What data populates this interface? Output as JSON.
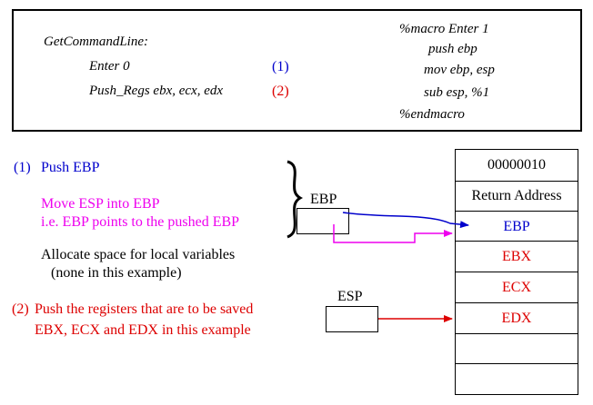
{
  "code": {
    "left_lines": [
      "GetCommandLine:",
      "Enter 0",
      "Push_Regs ebx, ecx, edx"
    ],
    "markers": [
      "(1)",
      "(2)"
    ],
    "macro_lines": [
      "%macro  Enter 1",
      "push ebp",
      "mov ebp, esp",
      "sub esp, %1",
      "%endmacro"
    ]
  },
  "notes": {
    "step1_num": "(1)",
    "step1_text": "Push EBP",
    "move_line1": "Move ESP into EBP",
    "move_line2": "i.e. EBP points to the pushed EBP",
    "alloc_line1": "Allocate  space  for  local variables",
    "alloc_line2": "(none in  this  example)",
    "step2_num": "(2)",
    "step2_line1": "Push  the registers  that are to be saved",
    "step2_line2": "EBX, ECX and EDX in this example"
  },
  "registers": {
    "ebp_label": "EBP",
    "esp_label": "ESP"
  },
  "stack": {
    "cells": [
      "00000010",
      "Return   Address",
      "EBP",
      "EBX",
      "ECX",
      "EDX",
      "",
      ""
    ]
  },
  "colors": {
    "blue": "#0000cc",
    "red": "#dd0000",
    "magenta": "#ee00ee"
  }
}
